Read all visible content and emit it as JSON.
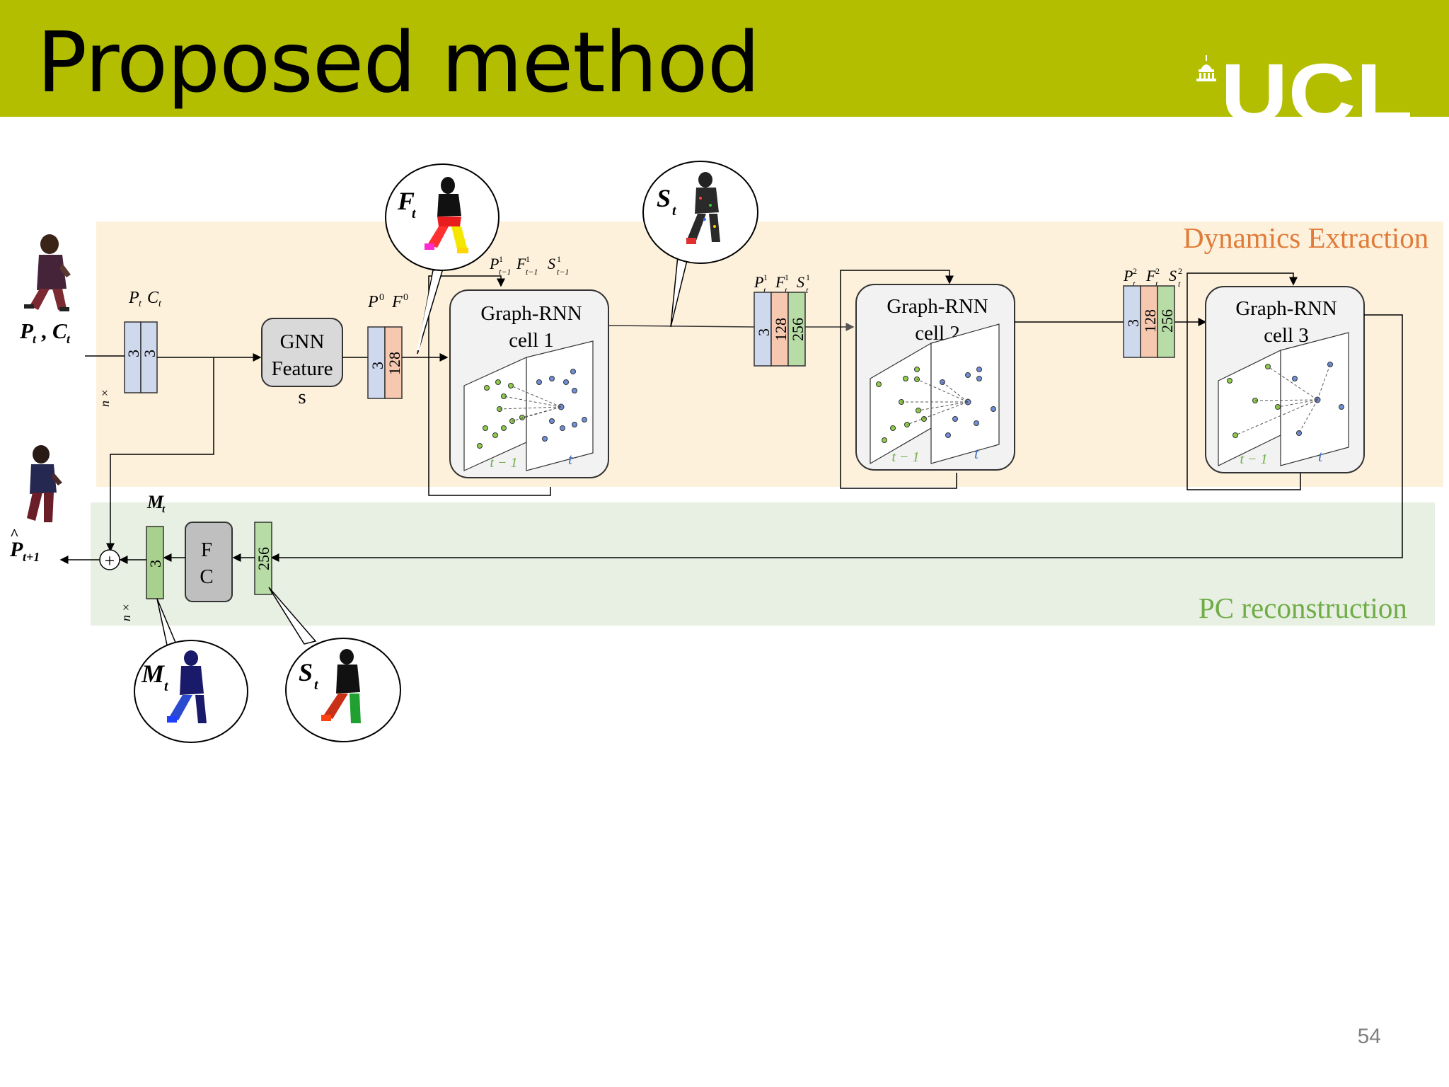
{
  "slide": {
    "title": "Proposed method",
    "logo_text": "UCL",
    "page_number": "54"
  },
  "colors": {
    "header": "#b3be00",
    "dynamics_band": "#fdf1dc",
    "reconstruction_band": "#e8efe3",
    "dynamics_label": "#e07b39",
    "reconstruction_label": "#70ad47",
    "vec_points": "#cfd9ee",
    "vec_features": "#f6c8b0",
    "vec_states": "#b7dca6",
    "cell_fill": "#f2f2f2",
    "fc_fill": "#bfbfbf"
  },
  "regions": {
    "dynamics": "Dynamics Extraction",
    "reconstruction": "PC reconstruction"
  },
  "inputs": {
    "pc_label": "P",
    "pc_sub": "t",
    "color_label": "C",
    "color_sub": "t",
    "n_times": "n ×",
    "output_label": "P",
    "output_sub": "t+1",
    "output_hat": "^"
  },
  "input_vector": {
    "header": "P",
    "header_sub": "t",
    "header2": "C",
    "header2_sub": "t",
    "dims": [
      "3",
      "3"
    ]
  },
  "gnn": {
    "line1": "GNN",
    "line2": "Feature",
    "line3": "s"
  },
  "vector0": {
    "header": "P",
    "header_sup": "0",
    "header2": "F",
    "header2_sup": "0",
    "dims": [
      "3",
      "128"
    ]
  },
  "recurrent_label": {
    "p": "P",
    "f": "F",
    "s": "S",
    "sup": "1",
    "sub": "t−1"
  },
  "cells": [
    {
      "line1": "Graph-RNN",
      "line2": "cell 1",
      "prev": "t − 1",
      "curr": "t"
    },
    {
      "line1": "Graph-RNN",
      "line2": "cell 2",
      "prev": "t − 1",
      "curr": "t"
    },
    {
      "line1": "Graph-RNN",
      "line2": "cell 3",
      "prev": "t − 1",
      "curr": "t"
    }
  ],
  "vector1": {
    "p": "P",
    "f": "F",
    "s": "S",
    "sup": "1",
    "sub": "t",
    "dims": [
      "3",
      "128",
      "256"
    ]
  },
  "vector2": {
    "p": "P",
    "f": "F",
    "s": "S",
    "sup": "2",
    "sub": "t",
    "dims": [
      "3",
      "128",
      "256"
    ]
  },
  "reconstruction": {
    "state_dim": "256",
    "fc_line1": "F",
    "fc_line2": "C",
    "motion_dim": "3",
    "motion_label": "M",
    "motion_sub": "t",
    "plus": "+"
  },
  "callouts": {
    "features": {
      "label": "F",
      "sub": "t"
    },
    "states_top": {
      "label": "S",
      "sub": "t"
    },
    "motion": {
      "label": "M",
      "sub": "t"
    },
    "states_bottom": {
      "label": "S",
      "sub": "t"
    }
  }
}
